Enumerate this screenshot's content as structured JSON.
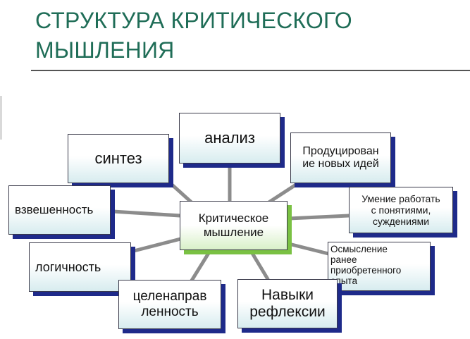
{
  "slide": {
    "title_line1": "СТРУКТУРА КРИТИЧЕСКОГО",
    "title_line2": "МЫШЛЕНИЯ"
  },
  "diagram": {
    "center": {
      "line1": "Критическое",
      "line2": "мышление"
    },
    "nodes": {
      "analysis": "анализ",
      "synthesis": "синтез",
      "new_ideas_l1": "Продуцирован",
      "new_ideas_l2": "ие новых идей",
      "concepts_l1": "Умение работать",
      "concepts_l2": "с понятиями,",
      "concepts_l3": "суждениями",
      "experience_l1": "Осмысление",
      "experience_l2": "ранее",
      "experience_l3": "приобретенного",
      "experience_l4": "опыта",
      "balance": "взвешенность",
      "logic": "логичность",
      "purpose_l1": "целенаправ",
      "purpose_l2": "ленность",
      "reflection_l1": "Навыки",
      "reflection_l2": "рефлексии"
    }
  },
  "colors": {
    "title": "#1f6d57",
    "node_shadow": "#1e2a8a",
    "center_shadow": "#7ac143",
    "connector": "#8c8c8c"
  }
}
